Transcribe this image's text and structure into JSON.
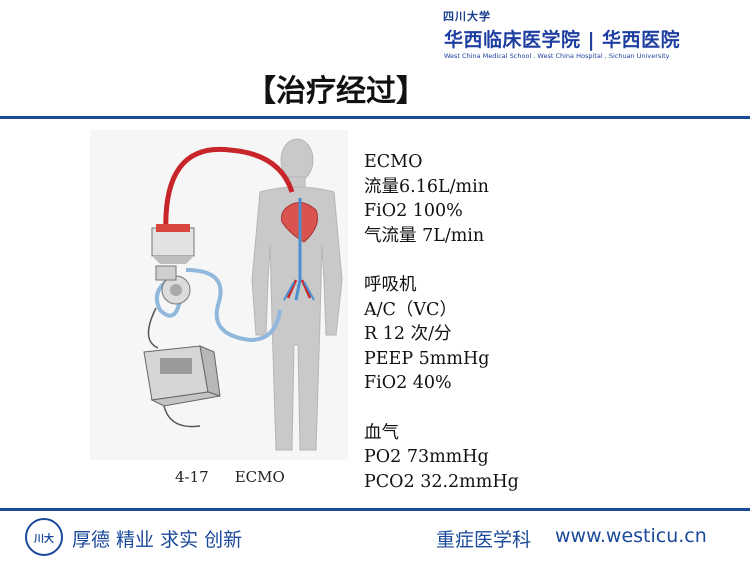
{
  "header": {
    "brand_small": "四川大学",
    "brand_main": "华西临床医学院 | 华西医院",
    "brand_en": "West China Medical School . West China Hospital , Sichuan University",
    "title": "【治疗经过】"
  },
  "figure": {
    "caption_number": "4-17",
    "caption_text": "ECMO"
  },
  "info": {
    "ecmo": [
      "ECMO",
      "流量6.16L/min",
      "FiO2 100%",
      "气流量 7L/min"
    ],
    "ventilator": [
      "呼吸机",
      "A/C（VC）",
      "R 12 次/分",
      "PEEP 5mmHg",
      "FiO2 40%"
    ],
    "blood_gas": [
      "血气",
      "PO2 73mmHg",
      "PCO2 32.2mmHg"
    ]
  },
  "footer": {
    "emblem_text": "川大",
    "motto": "厚德  精业  求实  创新",
    "dept": "重症医学科",
    "site": "www.westicu.cn"
  },
  "colors": {
    "brand_blue": "#1b4a9a",
    "tube_red": "#c8252b",
    "tube_blue": "#8fb8dc"
  }
}
